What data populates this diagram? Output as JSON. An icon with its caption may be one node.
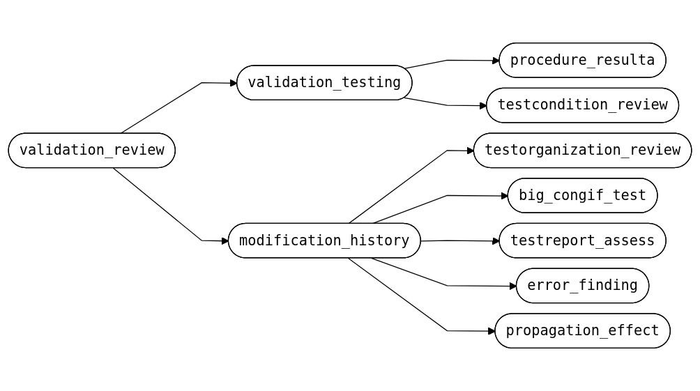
{
  "diagram": {
    "nodes": [
      {
        "text": [
          "validation_review"
        ]
      },
      {
        "text": [
          "validation_testing"
        ]
      },
      {
        "text": [
          "modification_history"
        ]
      },
      {
        "text": [
          "procedure_resulta"
        ]
      },
      {
        "text": [
          "testcondition_review"
        ]
      },
      {
        "text": [
          "testorganization_review"
        ]
      },
      {
        "text": [
          "big_congif_test"
        ]
      },
      {
        "text": [
          "testreport_assess"
        ]
      },
      {
        "text": [
          "error_finding"
        ]
      },
      {
        "text": [
          "propagation_effect"
        ]
      }
    ],
    "edges": [
      {
        "from": 0,
        "to": 1,
        "arrow": "to"
      },
      {
        "from": 0,
        "to": 2,
        "arrow": "to"
      },
      {
        "from": 1,
        "to": 3,
        "arrow": "to"
      },
      {
        "from": 1,
        "to": 4,
        "arrow": "to"
      },
      {
        "from": 2,
        "to": 5,
        "arrow": "to"
      },
      {
        "from": 2,
        "to": 6,
        "arrow": "to"
      },
      {
        "from": 2,
        "to": 7,
        "arrow": "to"
      },
      {
        "from": 2,
        "to": 8,
        "arrow": "to"
      },
      {
        "from": 2,
        "to": 9,
        "arrow": "to"
      }
    ]
  }
}
